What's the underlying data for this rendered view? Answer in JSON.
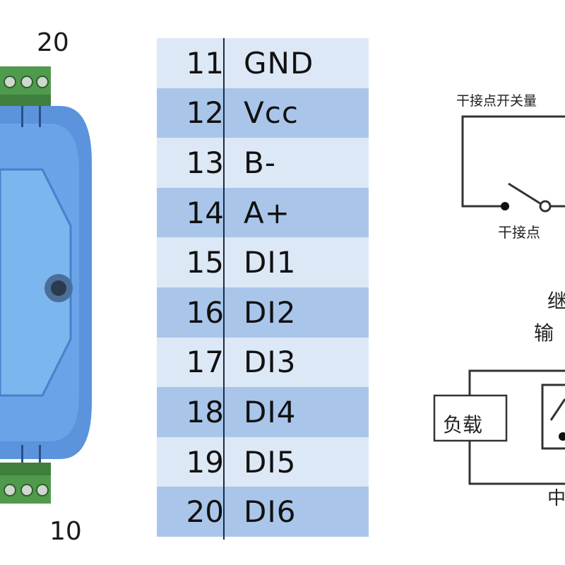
{
  "labels": {
    "top_pin": "20",
    "bottom_pin": "10"
  },
  "pin_table": {
    "rows": [
      {
        "num": "11",
        "name": "GND"
      },
      {
        "num": "12",
        "name": "Vcc"
      },
      {
        "num": "13",
        "name": "B-"
      },
      {
        "num": "14",
        "name": "A+"
      },
      {
        "num": "15",
        "name": "DI1"
      },
      {
        "num": "16",
        "name": "DI2"
      },
      {
        "num": "17",
        "name": "DI3"
      },
      {
        "num": "18",
        "name": "DI4"
      },
      {
        "num": "19",
        "name": "DI5"
      },
      {
        "num": "20",
        "name": "DI6"
      }
    ]
  },
  "wiring": {
    "dry_contact_title": "干接点开关量",
    "dry_contact_label": "干接点",
    "output_label_1": "继",
    "output_label_2": "输",
    "load_label": "负载",
    "mid_label": "中"
  },
  "colors": {
    "module_blue": "#5b93dd",
    "terminal_green": "#4f9a4c",
    "row_light": "#dde8f6",
    "row_dark": "#a9c6ea"
  }
}
